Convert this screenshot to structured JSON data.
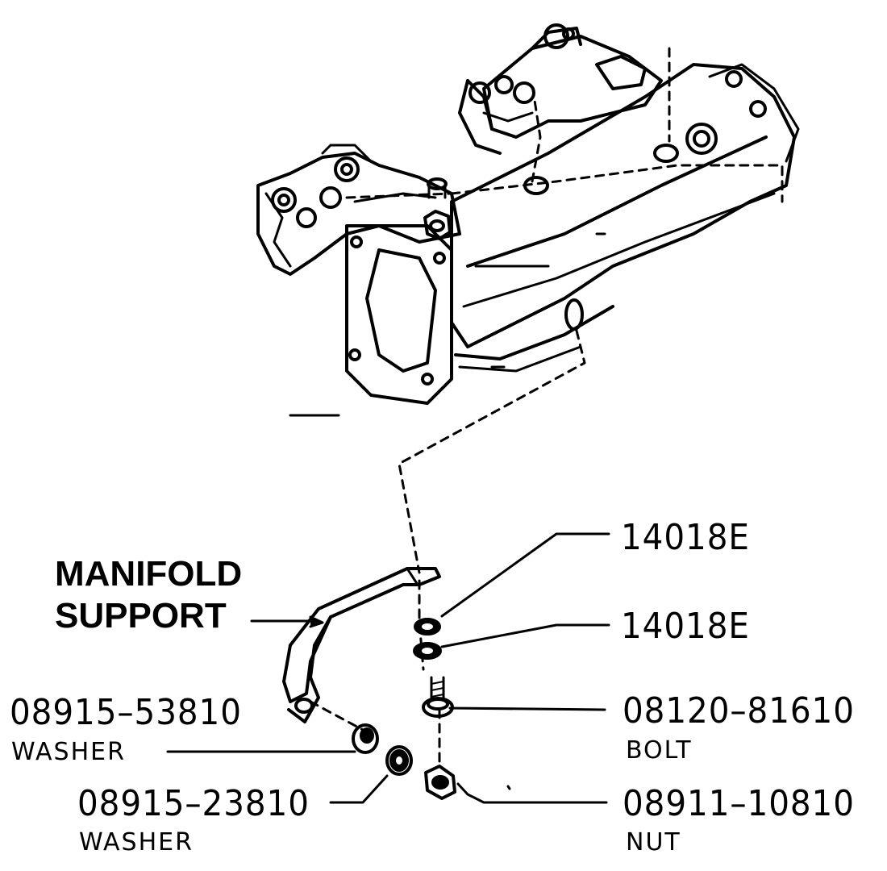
{
  "title": {
    "line1": "MANIFOLD",
    "line2": "SUPPORT"
  },
  "callouts": {
    "gasket_top": {
      "part_no": "14018E"
    },
    "gasket_bottom": {
      "part_no": "14018E"
    },
    "bolt": {
      "part_no": "08120–81610",
      "name": "BOLT"
    },
    "nut": {
      "part_no": "08911–10810",
      "name": "NUT"
    },
    "washer_a": {
      "part_no": "08915–53810",
      "name": "WASHER"
    },
    "washer_b": {
      "part_no": "08915–23810",
      "name": "WASHER"
    }
  }
}
